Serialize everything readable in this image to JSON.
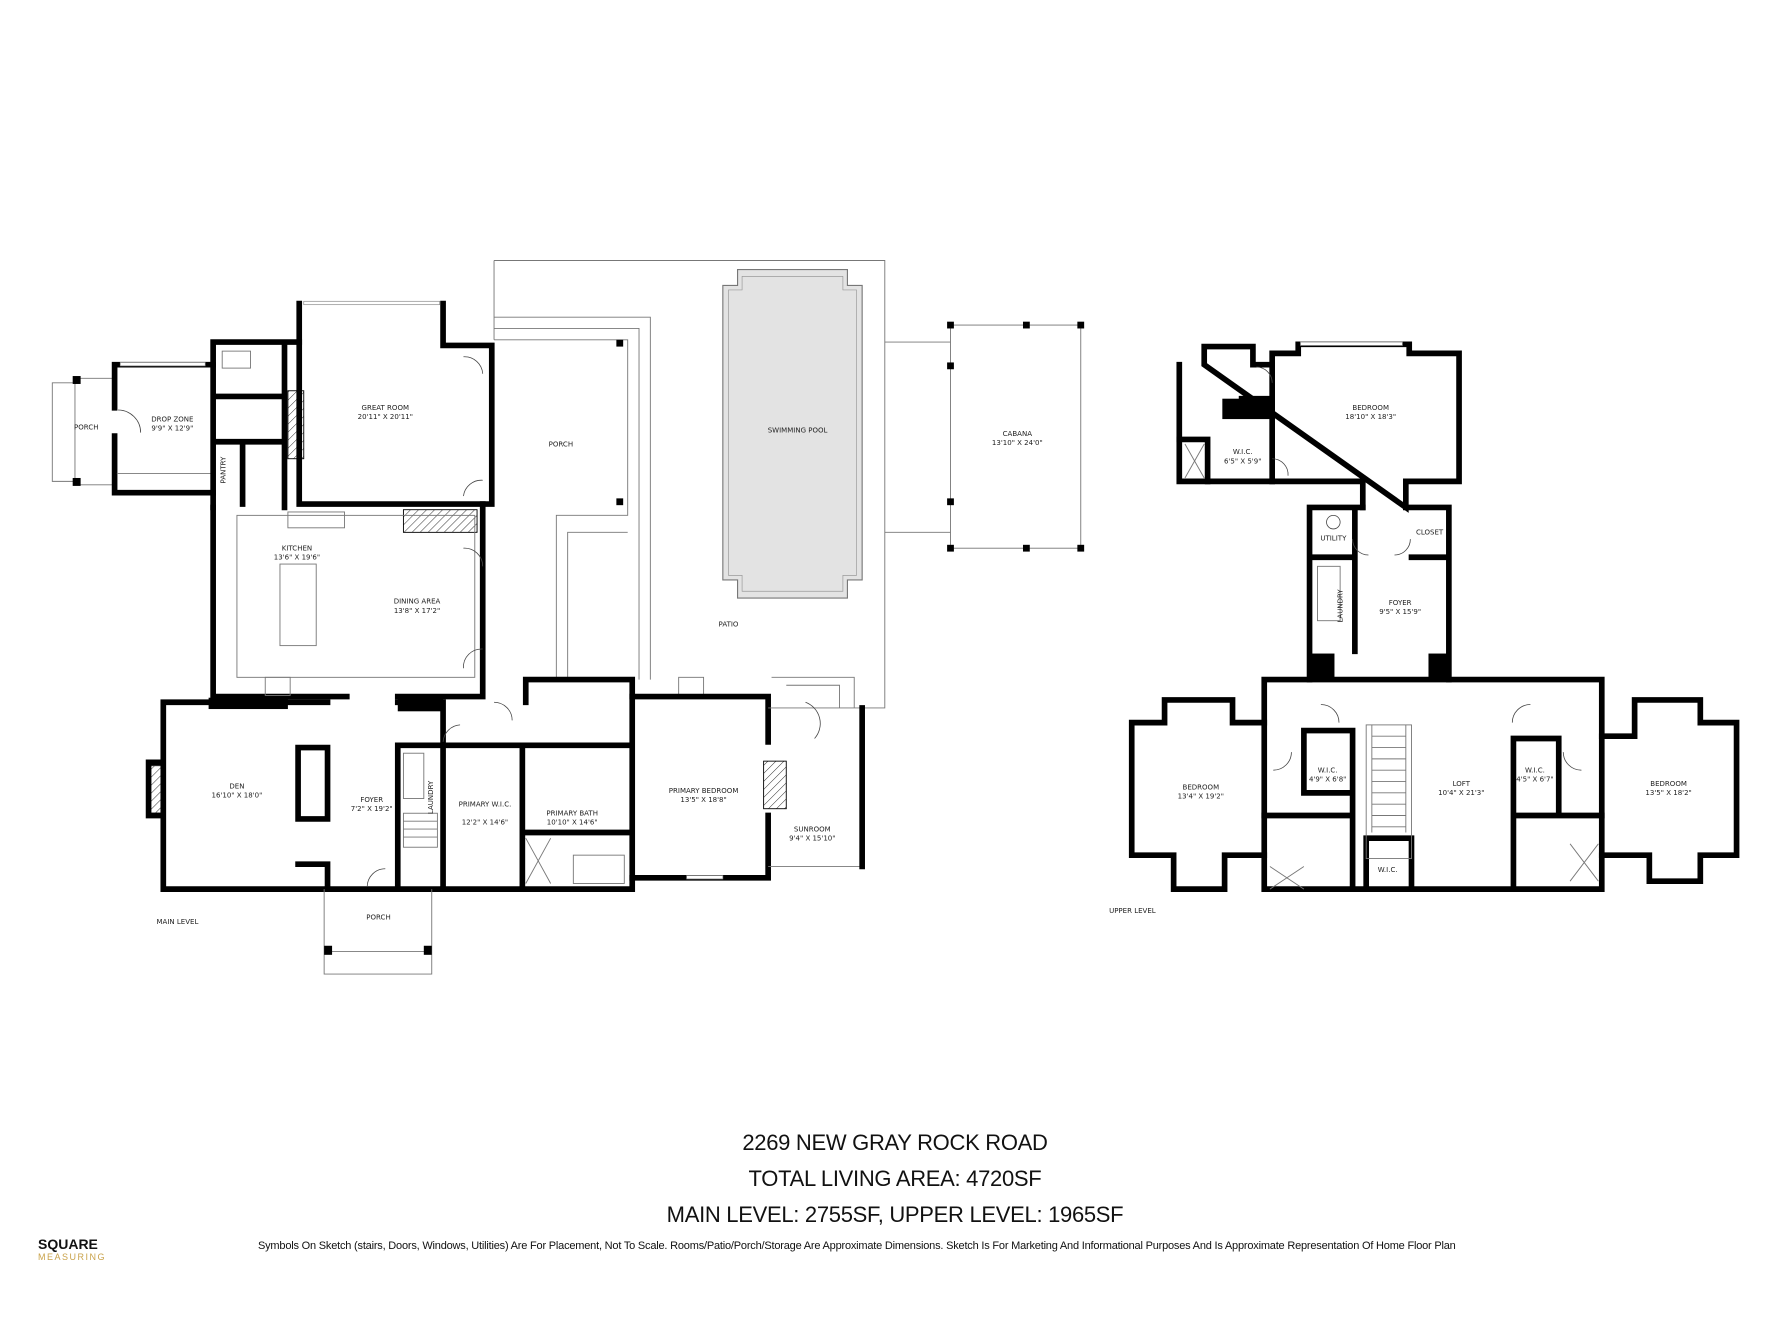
{
  "main_level": {
    "label": "MAIN LEVEL",
    "rooms": [
      {
        "name": "PORCH",
        "dims": ""
      },
      {
        "name": "DROP ZONE",
        "dims": "9'9\" X 12'9\""
      },
      {
        "name": "PANTRY",
        "dims": ""
      },
      {
        "name": "GREAT ROOM",
        "dims": "20'11\" X 20'11\""
      },
      {
        "name": "PORCH",
        "dims": ""
      },
      {
        "name": "SWIMMING POOL",
        "dims": ""
      },
      {
        "name": "CABANA",
        "dims": "13'10\" X 24'0\""
      },
      {
        "name": "KITCHEN",
        "dims": "13'6\" X 19'6\""
      },
      {
        "name": "DINING AREA",
        "dims": "13'8\" X 17'2\""
      },
      {
        "name": "PATIO",
        "dims": ""
      },
      {
        "name": "DEN",
        "dims": "16'10\" X 18'0\""
      },
      {
        "name": "FOYER",
        "dims": "7'2\" X 19'2\""
      },
      {
        "name": "LAUNDRY",
        "dims": ""
      },
      {
        "name": "PRIMARY W.I.C.",
        "dims": "12'2\" X 14'6\""
      },
      {
        "name": "PRIMARY BATH",
        "dims": "10'10\" X 14'6\""
      },
      {
        "name": "PRIMARY BEDROOM",
        "dims": "13'5\" X 18'8\""
      },
      {
        "name": "SUNROOM",
        "dims": "9'4\" X 15'10\""
      },
      {
        "name": "PORCH",
        "dims": ""
      }
    ]
  },
  "upper_level": {
    "label": "UPPER LEVEL",
    "rooms": [
      {
        "name": "BEDROOM",
        "dims": "18'10\" X 18'3\""
      },
      {
        "name": "W.I.C.",
        "dims": "6'5\" X 5'9\""
      },
      {
        "name": "UTILITY",
        "dims": ""
      },
      {
        "name": "CLOSET",
        "dims": ""
      },
      {
        "name": "LAUNDRY",
        "dims": ""
      },
      {
        "name": "FOYER",
        "dims": "9'5\" X 15'9\""
      },
      {
        "name": "BEDROOM",
        "dims": "13'4\" X 19'2\""
      },
      {
        "name": "W.I.C.",
        "dims": "4'9\" X 6'8\""
      },
      {
        "name": "LOFT",
        "dims": "10'4\" X 21'3\""
      },
      {
        "name": "W.I.C.",
        "dims": "4'5\" X 6'7\""
      },
      {
        "name": "BEDROOM",
        "dims": "13'5\" X 18'2\""
      },
      {
        "name": "W.I.C.",
        "dims": ""
      }
    ]
  },
  "summary": {
    "address": "2269 NEW GRAY ROCK ROAD",
    "total": "TOTAL LIVING AREA: 4720SF",
    "levels": "MAIN LEVEL: 2755SF, UPPER LEVEL: 1965SF"
  },
  "disclaimer": "Symbols On Sketch (stairs, Doors, Windows, Utilities) Are For Placement, Not To Scale. Rooms/Patio/Porch/Storage Are Approximate Dimensions. Sketch Is For Marketing And Informational Purposes And Is Approximate Representation Of Home Floor Plan",
  "logo": {
    "top": "SQUARE",
    "bottom": "MEASURING",
    "accent": "#c9a24a"
  },
  "colors": {
    "walls": "#000000",
    "pool": "#e3e3e3"
  }
}
